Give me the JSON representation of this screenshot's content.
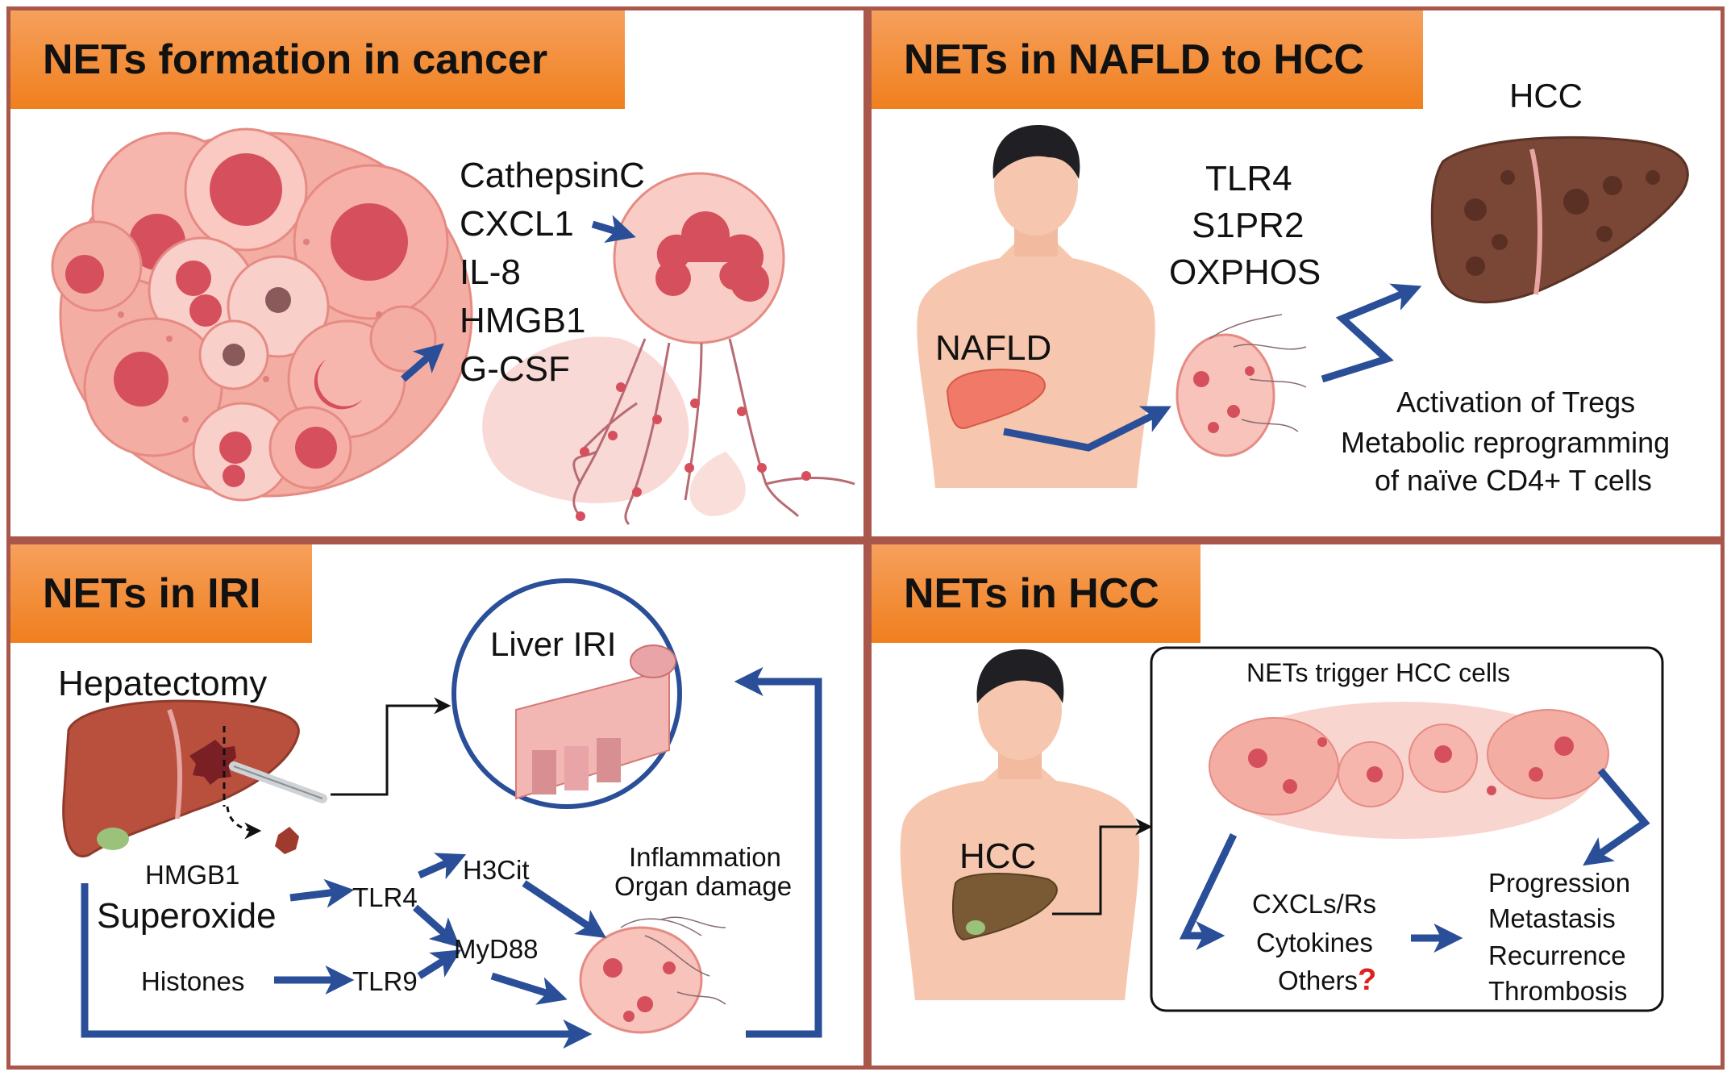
{
  "panels": {
    "cancer": {
      "title": "NETs formation in cancer",
      "factors": [
        "CathepsinC",
        "CXCL1",
        "IL-8",
        "HMGB1",
        "G-CSF"
      ]
    },
    "nafld": {
      "title": "NETs in NAFLD to HCC",
      "hcc_label": "HCC",
      "nafld_label": "NAFLD",
      "mediators": [
        "TLR4",
        "S1PR2",
        "OXPHOS"
      ],
      "outcomes": [
        "Activation of Tregs",
        "Metabolic reprogramming",
        "of naïve CD4+ T cells"
      ]
    },
    "iri": {
      "title": "NETs in IRI",
      "hepatectomy": "Hepatectomy",
      "liver_iri": "Liver IRI",
      "hmgb1": "HMGB1",
      "superoxide": "Superoxide",
      "histones": "Histones",
      "tlr4": "TLR4",
      "tlr9": "TLR9",
      "h3cit": "H3Cit",
      "myd88": "MyD88",
      "effects": [
        "Inflammation",
        "Organ damage"
      ]
    },
    "hcc": {
      "title": "NETs in HCC",
      "hcc_label": "HCC",
      "trigger": "NETs trigger HCC cells",
      "factors": [
        "CXCLs/Rs",
        "Cytokines",
        "Others"
      ],
      "question_mark": "?",
      "outcomes": [
        "Progression",
        "Metastasis",
        "Recurrence",
        "Thrombosis"
      ]
    }
  },
  "colors": {
    "border": "#a8574a",
    "arrow": "#2a4f98",
    "title_bar": "#f08a2e",
    "cell": "#f3a9a0",
    "nucleus": "#d5505c",
    "liver": "#b8503d",
    "question_mark": "#e02020"
  }
}
